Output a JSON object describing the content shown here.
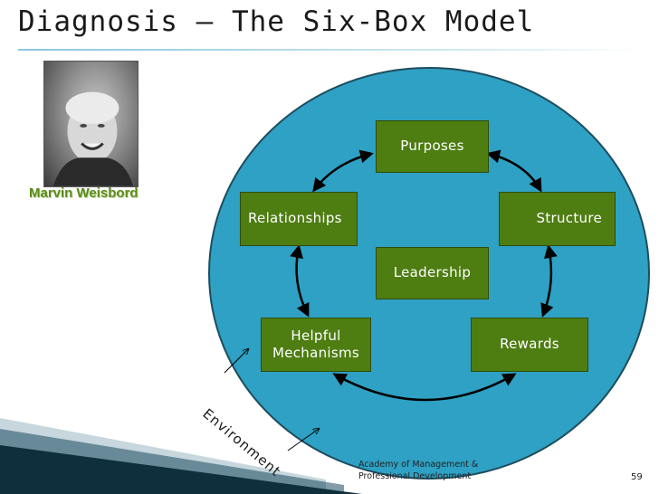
{
  "slide": {
    "title": "Diagnosis – The Six-Box Model",
    "person_name": "Marvin Weisbord",
    "footer_credit_line1": "Academy of Management &",
    "footer_credit_line2": "Professional Development",
    "page_number": "59"
  },
  "diagram": {
    "boxes": {
      "purposes": "Purposes",
      "structure": "Structure",
      "relationships": "Relationships",
      "leadership": "Leadership",
      "helpful_line1": "Helpful",
      "helpful_line2": "Mechanisms",
      "rewards": "Rewards"
    },
    "environment_label": "Environment"
  },
  "colors": {
    "circle_fill": "#2ea1c4",
    "box_fill": "#4e7d12",
    "name_green": "#5a8a1a"
  }
}
